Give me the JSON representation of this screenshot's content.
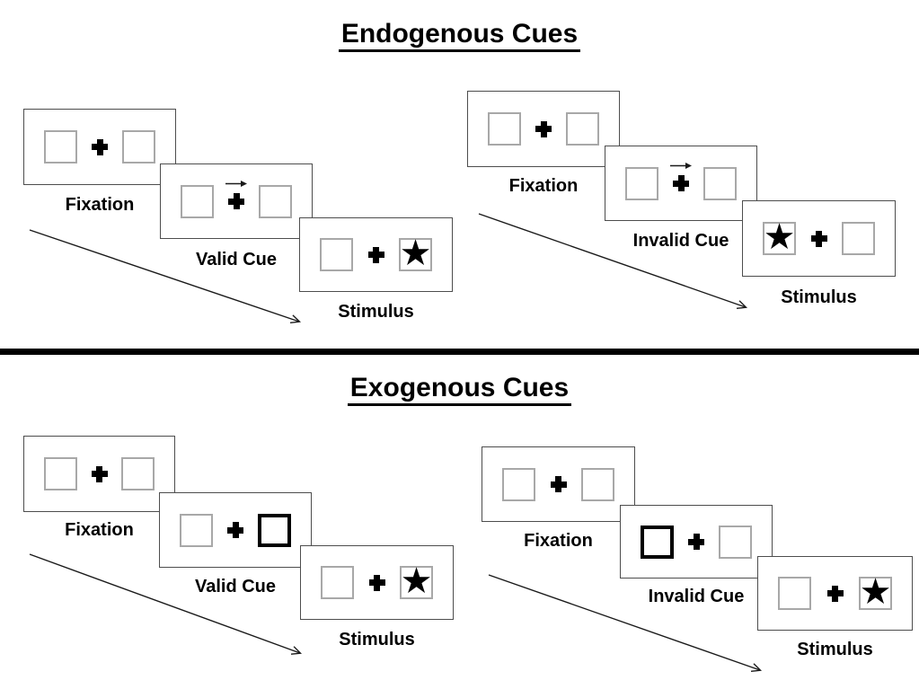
{
  "sections": [
    {
      "id": "endogenous",
      "title": "Endogenous Cues",
      "sequences": [
        {
          "name": "valid",
          "cue_style": "central-arrow-right",
          "frames": [
            {
              "label": "Fixation",
              "content": "two empty boxes with central fixation cross"
            },
            {
              "label": "Valid Cue",
              "content": "arrow above fixation cross pointing right",
              "cue": "arrow-right"
            },
            {
              "label": "Stimulus",
              "content": "star in right box",
              "star_side": "right"
            }
          ]
        },
        {
          "name": "invalid",
          "cue_style": "central-arrow-right",
          "frames": [
            {
              "label": "Fixation",
              "content": "two empty boxes with central fixation cross"
            },
            {
              "label": "Invalid Cue",
              "content": "arrow above fixation cross pointing right",
              "cue": "arrow-right"
            },
            {
              "label": "Stimulus",
              "content": "star in left box",
              "star_side": "left"
            }
          ]
        }
      ]
    },
    {
      "id": "exogenous",
      "title": "Exogenous Cues",
      "sequences": [
        {
          "name": "valid",
          "cue_style": "peripheral-thick-box",
          "frames": [
            {
              "label": "Fixation",
              "content": "two empty boxes with central fixation cross"
            },
            {
              "label": "Valid Cue",
              "content": "right box highlighted with thick border",
              "cue": "thick-right"
            },
            {
              "label": "Stimulus",
              "content": "star in right box",
              "star_side": "right"
            }
          ]
        },
        {
          "name": "invalid",
          "cue_style": "peripheral-thick-box",
          "frames": [
            {
              "label": "Fixation",
              "content": "two empty boxes with central fixation cross"
            },
            {
              "label": "Invalid Cue",
              "content": "left box highlighted with thick border",
              "cue": "thick-left"
            },
            {
              "label": "Stimulus",
              "content": "star in right box",
              "star_side": "right"
            }
          ]
        }
      ]
    }
  ],
  "glyphs": {
    "star": "★",
    "fixation_cross": "+",
    "cue_arrow": "→"
  },
  "colors": {
    "background": "#ffffff",
    "panel_border": "#4d4d4d",
    "box_border": "#a8a8a8",
    "cue_box_border": "#000000",
    "ink": "#000000",
    "divider": "#000000"
  }
}
